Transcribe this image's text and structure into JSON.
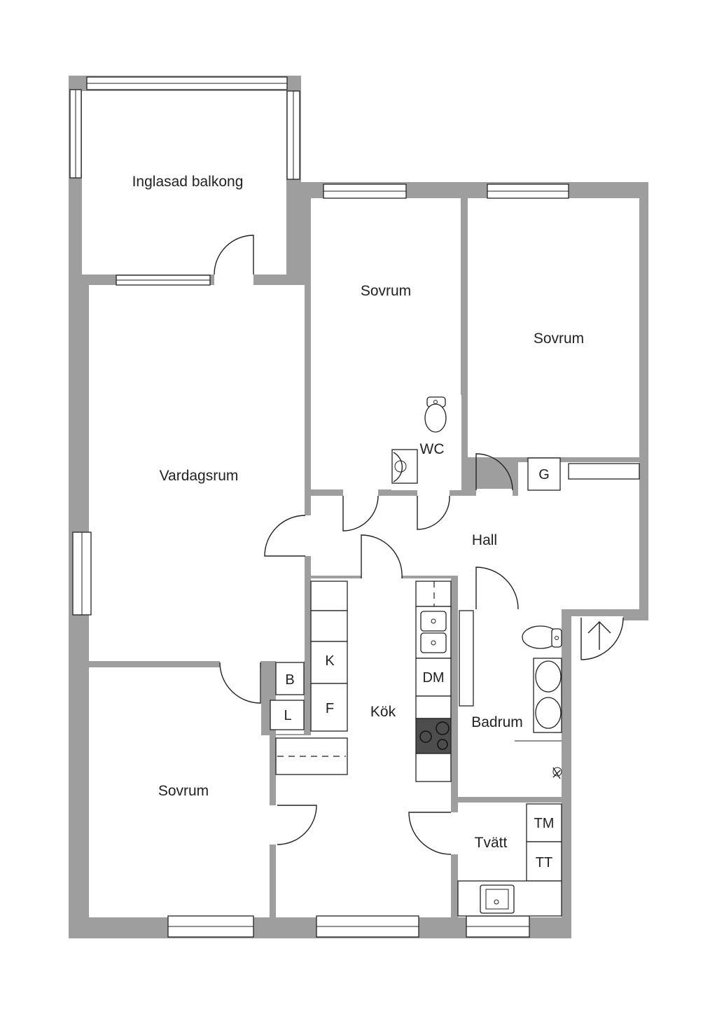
{
  "rooms": {
    "balcony": "Inglasad balkong",
    "living": "Vardagsrum",
    "bedroom_1": "Sovrum",
    "bedroom_2": "Sovrum",
    "bedroom_3": "Sovrum",
    "wc": "WC",
    "hall": "Hall",
    "kitchen": "Kök",
    "bathroom": "Badrum",
    "laundry": "Tvätt"
  },
  "fixtures": {
    "wardrobe_g": "G",
    "fridge_k": "K",
    "freezer_f": "F",
    "dishwasher": "DM",
    "cabinet_b": "B",
    "cabinet_l": "L",
    "washing_machine": "TM",
    "tumble_dryer": "TT"
  },
  "colors": {
    "wall": "#9e9e9e",
    "line": "#222222",
    "background": "#ffffff"
  }
}
